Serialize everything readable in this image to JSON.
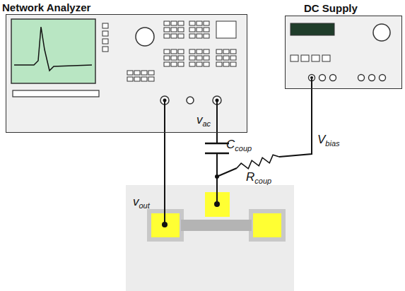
{
  "diagram": {
    "nodes": [
      {
        "text": [
          "Network Analyzer"
        ]
      },
      {
        "text": [
          "DC Supply"
        ]
      },
      {
        "text": [
          "vout"
        ]
      }
    ],
    "edges": [
      {
        "from": 0,
        "to": 2,
        "arrow": "none"
      },
      {
        "from": 0,
        "to": 2,
        "arrow": "none"
      },
      {
        "from": 1,
        "to": 2,
        "arrow": "none"
      }
    ],
    "labels": [
      "vac",
      "Ccoup",
      "Vbias",
      "Rcoup"
    ]
  }
}
